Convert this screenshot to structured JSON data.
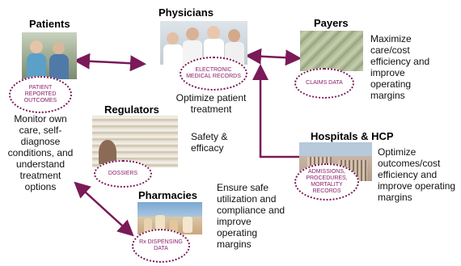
{
  "nodes": {
    "patients": {
      "heading": "Patients",
      "data_label": "PATIENT REPORTED OUTCOMES",
      "description": "Monitor own care, self-diagnose conditions, and understand treatment options"
    },
    "physicians": {
      "heading": "Physicians",
      "data_label": "ELECTRONIC MEDICAL RECORDS",
      "description": "Optimize patient treatment"
    },
    "payers": {
      "heading": "Payers",
      "data_label": "CLAIMS DATA",
      "description": "Maximize care/cost efficiency and improve operating margins"
    },
    "regulators": {
      "heading": "Regulators",
      "data_label": "DOSSIERS",
      "description": "Safety & efficacy"
    },
    "hospitals": {
      "heading": "Hospitals & HCP",
      "data_label": "ADMISSIONS, PROCEDURES, MORTALITY RECORDS",
      "description": "Optimize outcomes/cost efficiency and improve operating margins"
    },
    "pharmacies": {
      "heading": "Pharmacies",
      "data_label": "Rx DISPENSING DATA",
      "description": "Ensure safe utilization and compliance and improve operating margins"
    }
  },
  "colors": {
    "arrow": "#7a1a58",
    "oval_text": "#8b1d6a"
  }
}
